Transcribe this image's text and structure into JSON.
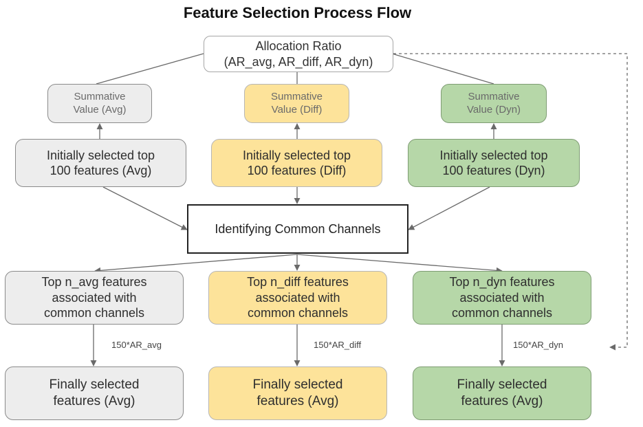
{
  "title": "Feature Selection Process Flow",
  "root": {
    "line1": "Allocation Ratio",
    "line2": "(AR_avg, AR_diff, AR_dyn)"
  },
  "summative": [
    {
      "line1": "Summative",
      "line2": "Value (Avg)"
    },
    {
      "line1": "Summative",
      "line2": "Value (Diff)"
    },
    {
      "line1": "Summative",
      "line2": "Value (Dyn)"
    }
  ],
  "initial": [
    {
      "line1": "Initially selected top",
      "line2": "100 features (Avg)"
    },
    {
      "line1": "Initially selected top",
      "line2": "100 features (Diff)"
    },
    {
      "line1": "Initially selected top",
      "line2": "100 features (Dyn)"
    }
  ],
  "common": {
    "label": "Identifying Common Channels"
  },
  "top_n": [
    {
      "line1": "Top n_avg features",
      "line2": "associated with",
      "line3": "common channels"
    },
    {
      "line1": "Top n_diff features",
      "line2": "associated with",
      "line3": "common channels"
    },
    {
      "line1": "Top n_dyn features",
      "line2": "associated with",
      "line3": "common channels"
    }
  ],
  "edge_labels": [
    "150*AR_avg",
    "150*AR_diff",
    "150*AR_dyn"
  ],
  "final": [
    {
      "line1": "Finally selected",
      "line2": "features (Avg)"
    },
    {
      "line1": "Finally selected",
      "line2": "features (Avg)"
    },
    {
      "line1": "Finally selected",
      "line2": "features (Avg)"
    }
  ],
  "colors": {
    "avg": "#ededed",
    "diff": "#fde39a",
    "dyn": "#b6d7a8",
    "edge": "#6a6a6a"
  }
}
